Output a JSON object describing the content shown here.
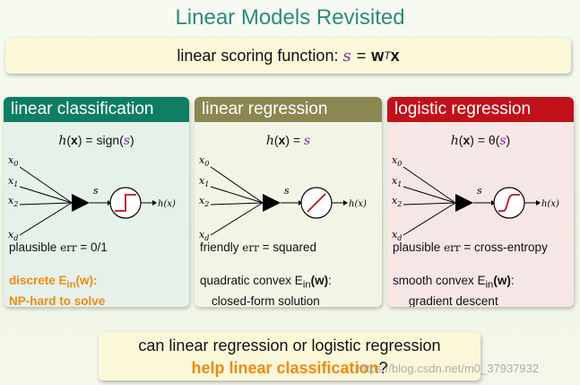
{
  "title": "Linear Models Revisited",
  "banner": {
    "label": "linear scoring function:",
    "s": "s",
    "eq": "=",
    "w": "w",
    "T": "T",
    "x": "x"
  },
  "panels": [
    {
      "header": "linear classification",
      "formula": {
        "lhs": "h",
        "arg": "x",
        "eq": "=",
        "rhs": "sign(",
        "s": "s",
        "close": ")"
      },
      "plausible": {
        "pre": "plausible",
        "err": "err",
        "post": "= 0/1"
      },
      "note": {
        "l1": "discrete E",
        "sub": "in",
        "w": "(w)",
        "colon": ":",
        "l2": "NP-hard to solve"
      }
    },
    {
      "header": "linear regression",
      "formula": {
        "lhs": "h",
        "arg": "x",
        "eq": "=",
        "rhs": "",
        "s": "s",
        "close": ""
      },
      "plausible": {
        "pre": "friendly",
        "err": "err",
        "post": "= squared"
      },
      "note": {
        "l1": "quadratic convex E",
        "sub": "in",
        "w": "(w)",
        "colon": ":",
        "l2": "closed-form solution"
      }
    },
    {
      "header": "logistic regression",
      "formula": {
        "lhs": "h",
        "arg": "x",
        "eq": "=",
        "rhs": "θ(",
        "s": "s",
        "close": ")"
      },
      "plausible": {
        "pre": "plausible",
        "err": "err",
        "post": "= cross-entropy"
      },
      "note": {
        "l1": "smooth convex E",
        "sub": "in",
        "w": "(w)",
        "colon": ":",
        "l2": "gradient descent"
      }
    }
  ],
  "diagram": {
    "inputs": [
      "x",
      "x",
      "x",
      "x"
    ],
    "subs": [
      "0",
      "1",
      "2",
      "d"
    ],
    "s": "s",
    "out": "h(x)"
  },
  "question": {
    "line1": "can linear regression or logistic regression",
    "line2_highlight": "help linear classification",
    "line2_end": "?"
  },
  "watermark": "https://blog.csdn.net/m0_37937932",
  "colors": {
    "title": "#2e8b7a",
    "classification": "#0f7d63",
    "regression": "#8a8752",
    "logistic": "#c0111a",
    "highlight": "#f08a12"
  }
}
